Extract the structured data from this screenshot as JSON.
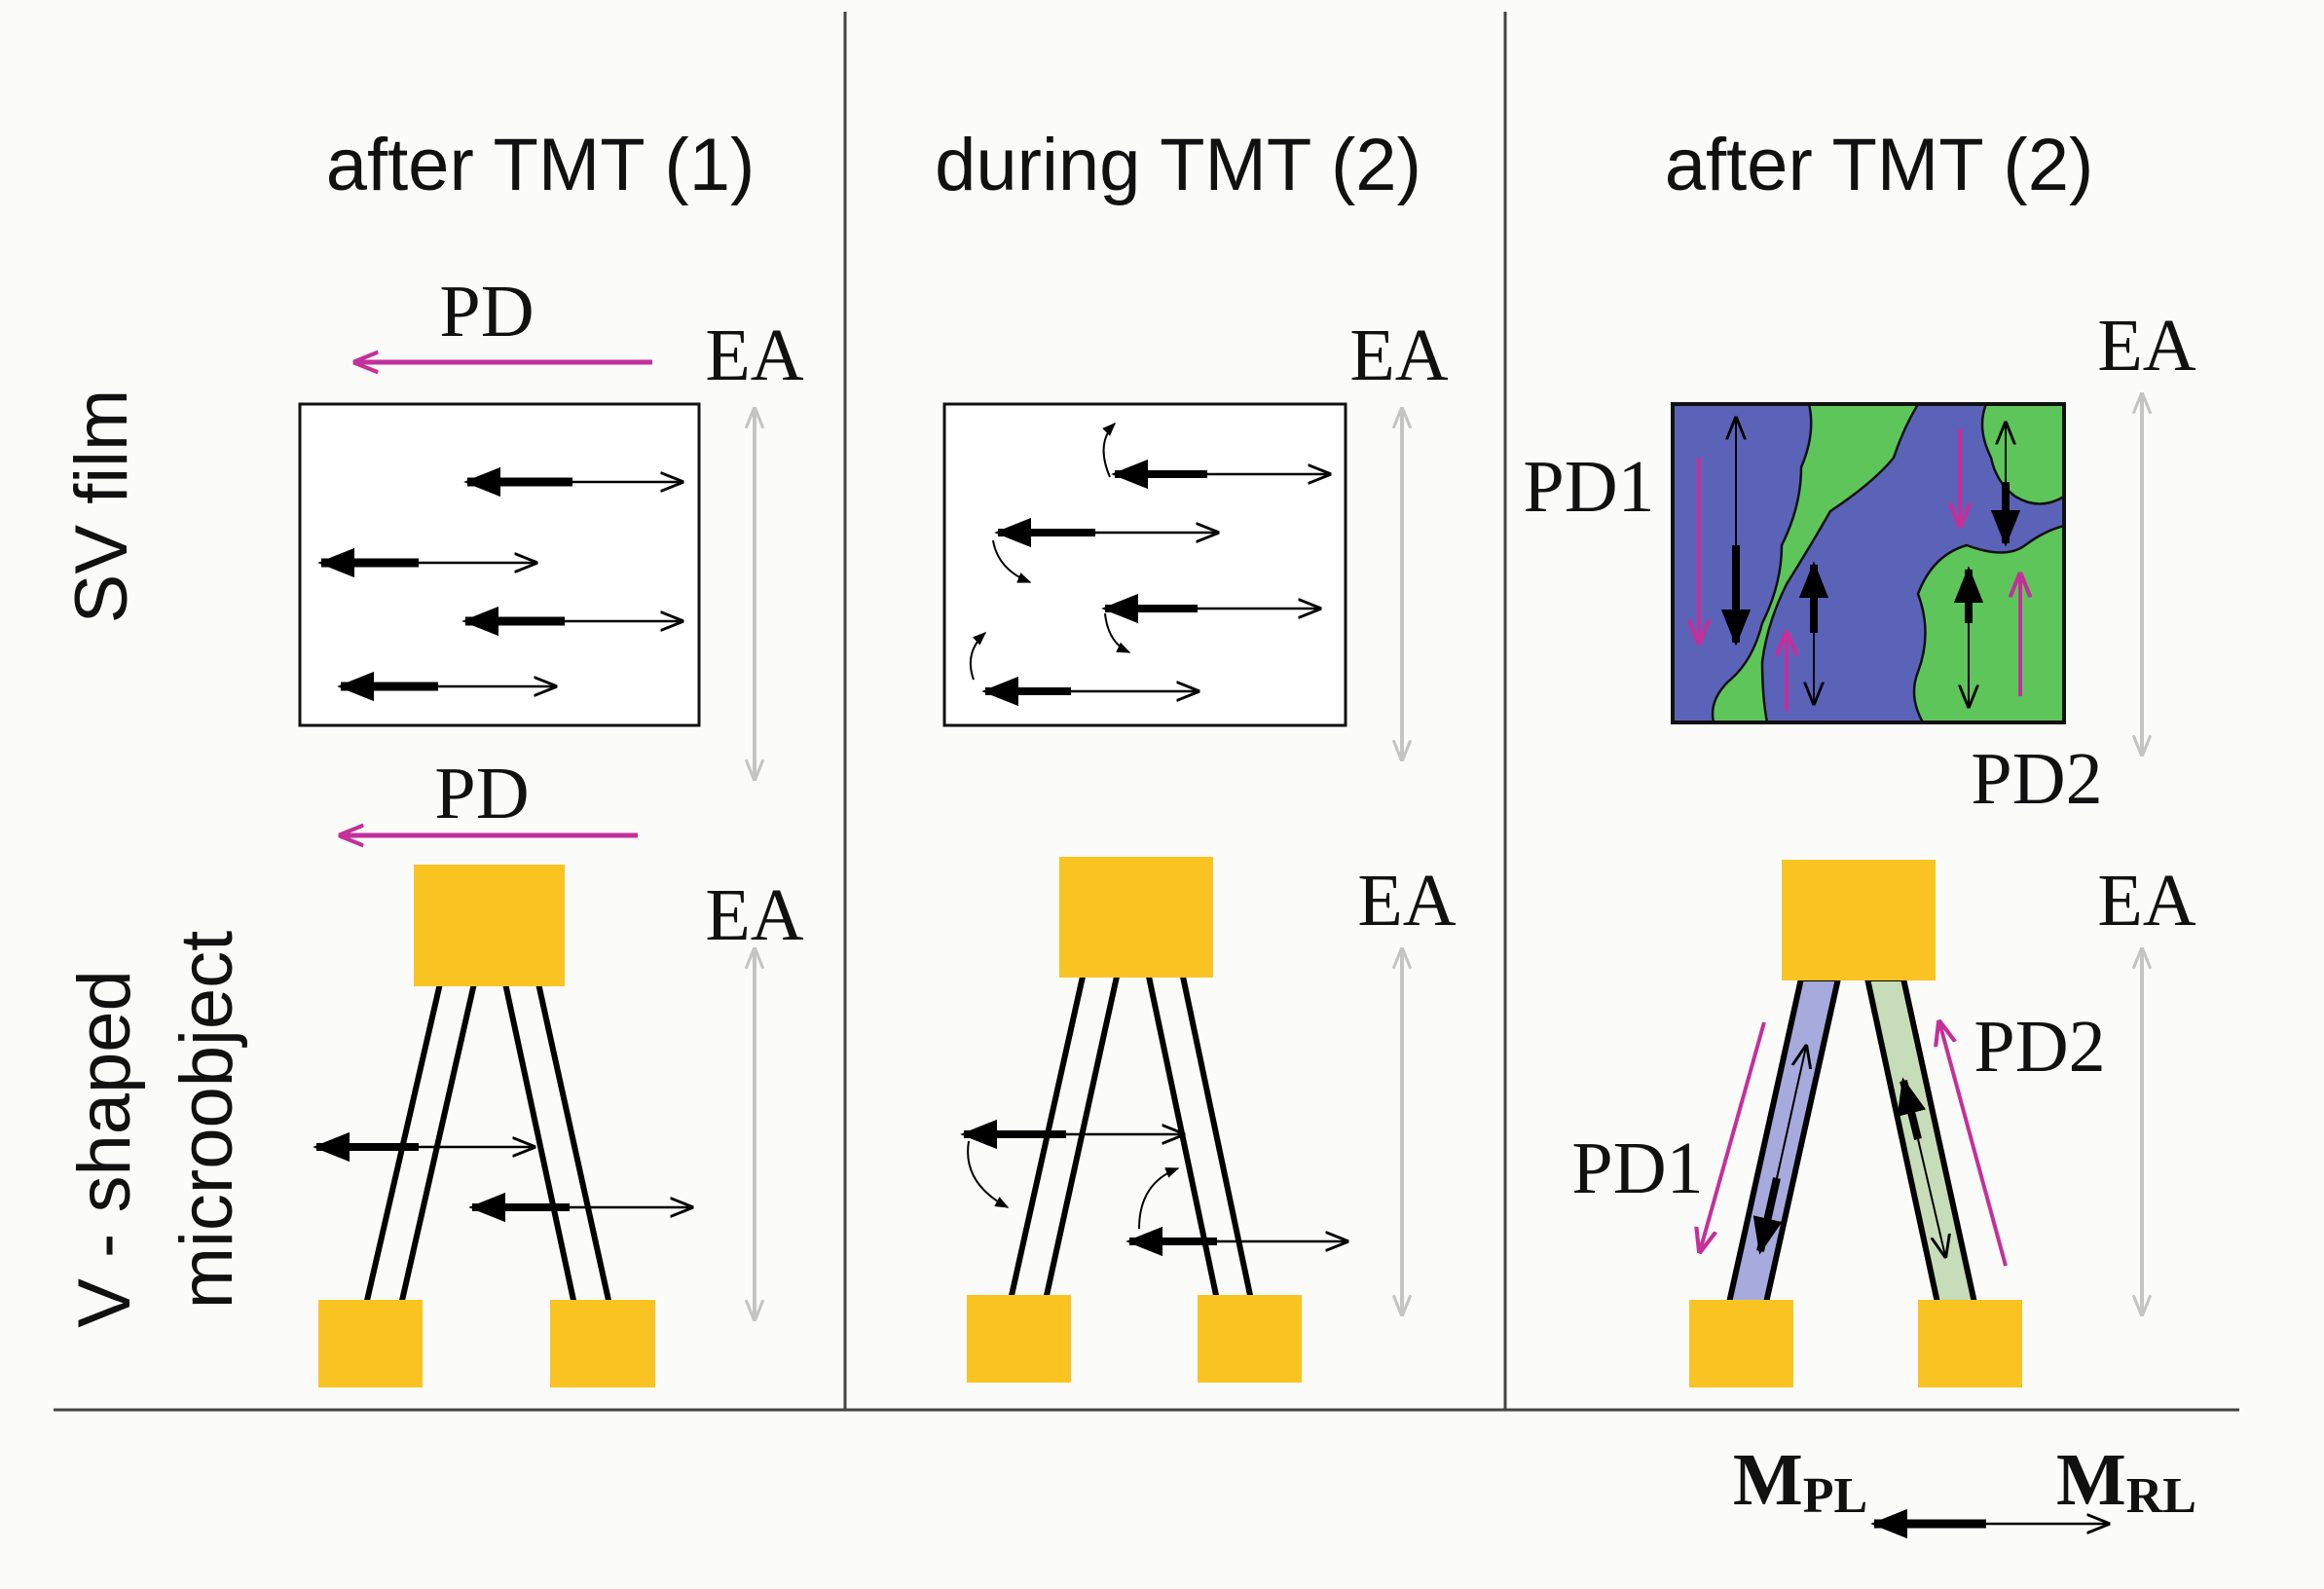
{
  "columns": [
    {
      "title": "after TMT (1)"
    },
    {
      "title": "during TMT (2)"
    },
    {
      "title": "after TMT (2)"
    }
  ],
  "rows": {
    "film": "SV film",
    "micro_line1": "V - shaped",
    "micro_line2": "microobject"
  },
  "labels": {
    "pd": "PD",
    "pd1": "PD1",
    "pd2": "PD2",
    "ea": "EA"
  },
  "legend": {
    "m_pl_main": "M",
    "m_pl_sub": "PL",
    "m_rl_main": "M",
    "m_rl_sub": "RL"
  },
  "colors": {
    "background": "#fbfbfa",
    "magenta": "#c4309a",
    "gray_arrow": "#c4c4c4",
    "pad_yellow": "#f9c322",
    "domain_blue": "#5b63b8",
    "domain_green": "#5ec55b",
    "leg_blue": "#a6aadc",
    "leg_green": "#c7dcb8",
    "divider": "#444444"
  }
}
